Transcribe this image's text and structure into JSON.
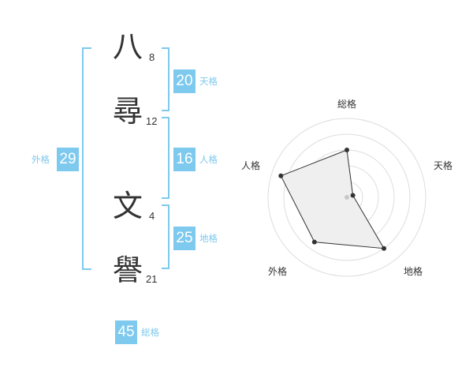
{
  "colors": {
    "accent": "#7ec9ee",
    "label_text": "#7ec9ee",
    "kanji_text": "#333333",
    "radar_fill": "#efefef",
    "radar_grid": "#dddddd"
  },
  "name": {
    "characters": [
      {
        "char": "八",
        "strokes": "8"
      },
      {
        "char": "尋",
        "strokes": "12"
      },
      {
        "char": "文",
        "strokes": "4"
      },
      {
        "char": "譽",
        "strokes": "21"
      }
    ]
  },
  "kaku": {
    "tenkaku": {
      "value": "20",
      "label": "天格"
    },
    "jinkaku": {
      "value": "16",
      "label": "人格"
    },
    "chikaku": {
      "value": "25",
      "label": "地格"
    },
    "gaikaku": {
      "value": "29",
      "label": "外格"
    },
    "soukaku": {
      "value": "45",
      "label": "総格"
    }
  },
  "chart_data": {
    "type": "radar",
    "axes": [
      "総格",
      "天格",
      "地格",
      "外格",
      "人格"
    ],
    "values": [
      3,
      0.4,
      4,
      3.5,
      4.4
    ],
    "range": [
      0,
      5
    ],
    "rings": 5
  }
}
